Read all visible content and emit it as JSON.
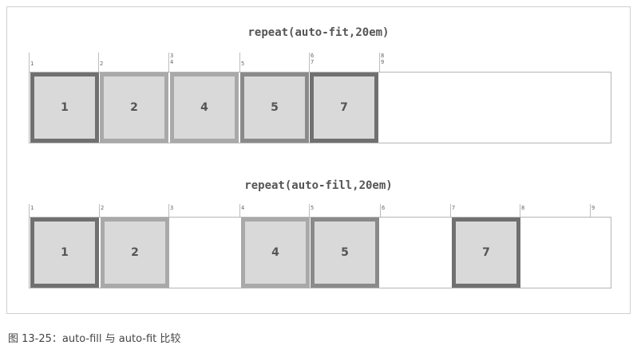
{
  "figure": {
    "caption": "图 13-25：auto-fill 与 auto-fit 比较"
  },
  "demos": [
    {
      "title": "repeat(auto-fit,20em)",
      "line_numbers": [
        "1",
        "2",
        "3\n4",
        "5",
        "6\n7",
        "8\n9"
      ],
      "items": [
        "1",
        "2",
        "4",
        "5",
        "7"
      ]
    },
    {
      "title": "repeat(auto-fill,20em)",
      "line_numbers": [
        "1",
        "2",
        "3",
        "4",
        "5",
        "6",
        "7",
        "8",
        "9"
      ],
      "items": [
        "1",
        "2",
        "4",
        "5",
        "7"
      ]
    }
  ]
}
